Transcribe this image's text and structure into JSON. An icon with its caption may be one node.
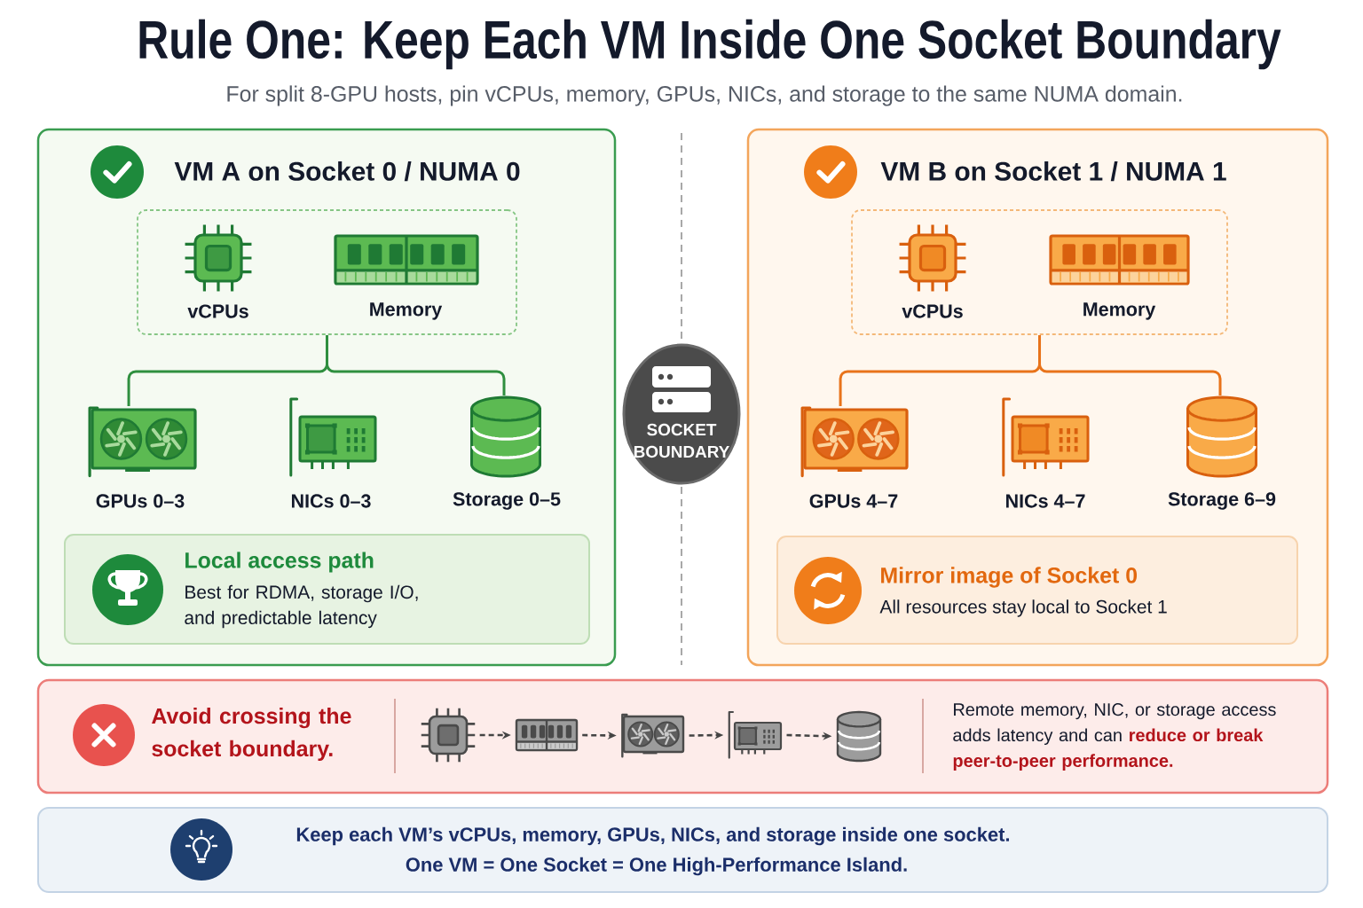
{
  "diagram": {
    "title": "Rule One: Keep Each VM Inside One Socket Boundary",
    "nodes": [
      {
        "text": [
          "VM A on Socket 0 / NUMA 0"
        ]
      },
      {
        "text": [],
        "shape": "box",
        "in": 0
      },
      {
        "text": [
          "vCPUs"
        ],
        "in": 1
      },
      {
        "text": [
          "Memory"
        ],
        "in": 1
      },
      {
        "text": [
          "GPUs 0–3"
        ],
        "in": 0
      },
      {
        "text": [
          "NICs 0–3"
        ],
        "in": 0
      },
      {
        "text": [
          "Storage 0–5"
        ],
        "in": 0
      },
      {
        "text": [
          "Local access path",
          "Best for RDMA, storage I/O, and predictable latency"
        ],
        "in": 0
      },
      {
        "text": [
          "SOCKET BOUNDARY"
        ]
      },
      {
        "text": [
          "VM B on Socket 1 / NUMA 1"
        ]
      },
      {
        "text": [],
        "shape": "box",
        "in": 9
      },
      {
        "text": [
          "vCPUs"
        ],
        "in": 10
      },
      {
        "text": [
          "Memory"
        ],
        "in": 10
      },
      {
        "text": [
          "GPUs 4–7"
        ],
        "in": 9
      },
      {
        "text": [
          "NICs 4–7"
        ],
        "in": 9
      },
      {
        "text": [
          "Storage 6–9"
        ],
        "in": 9
      },
      {
        "text": [
          "Mirror image of Socket 0",
          "All resources stay local to Socket 1"
        ],
        "in": 9
      },
      {
        "text": [
          "Avoid crossing the socket boundary.",
          "Remote memory, NIC, or storage access adds latency and can **reduce or break peer-to-peer performance.**"
        ]
      },
      {
        "text": [],
        "shape": "picture",
        "in": 17
      },
      {
        "text": [],
        "shape": "picture",
        "in": 17
      },
      {
        "text": [],
        "shape": "picture",
        "in": 17
      },
      {
        "text": [],
        "shape": "picture",
        "in": 17
      },
      {
        "text": [],
        "shape": "picture",
        "in": 17
      },
      {
        "text": [
          "Keep each VM’s vCPUs, memory, GPUs, NICs, and storage inside one socket.",
          "One VM = One Socket = One High-Performance Island."
        ]
      }
    ],
    "edges": [
      {
        "from": 1,
        "to": 4,
        "arrow": "none",
        "color": "#2f8f3f"
      },
      {
        "from": 1,
        "to": 6,
        "arrow": "none",
        "color": "#2f8f3f"
      },
      {
        "from": 10,
        "to": 13,
        "arrow": "none",
        "color": "#e8731a"
      },
      {
        "from": 10,
        "to": 15,
        "arrow": "none",
        "color": "#e8731a"
      },
      {
        "from": 18,
        "to": 19,
        "arrow": "to",
        "style": "dashed"
      },
      {
        "from": 19,
        "to": 20,
        "arrow": "to",
        "style": "dashed"
      },
      {
        "from": 20,
        "to": 21,
        "arrow": "to",
        "style": "dashed"
      },
      {
        "from": 21,
        "to": 22,
        "arrow": "to",
        "style": "dashed"
      }
    ],
    "labels": [
      "For split 8-GPU hosts, pin vCPUs, memory, GPUs, NICs, and storage to the same NUMA domain."
    ]
  }
}
